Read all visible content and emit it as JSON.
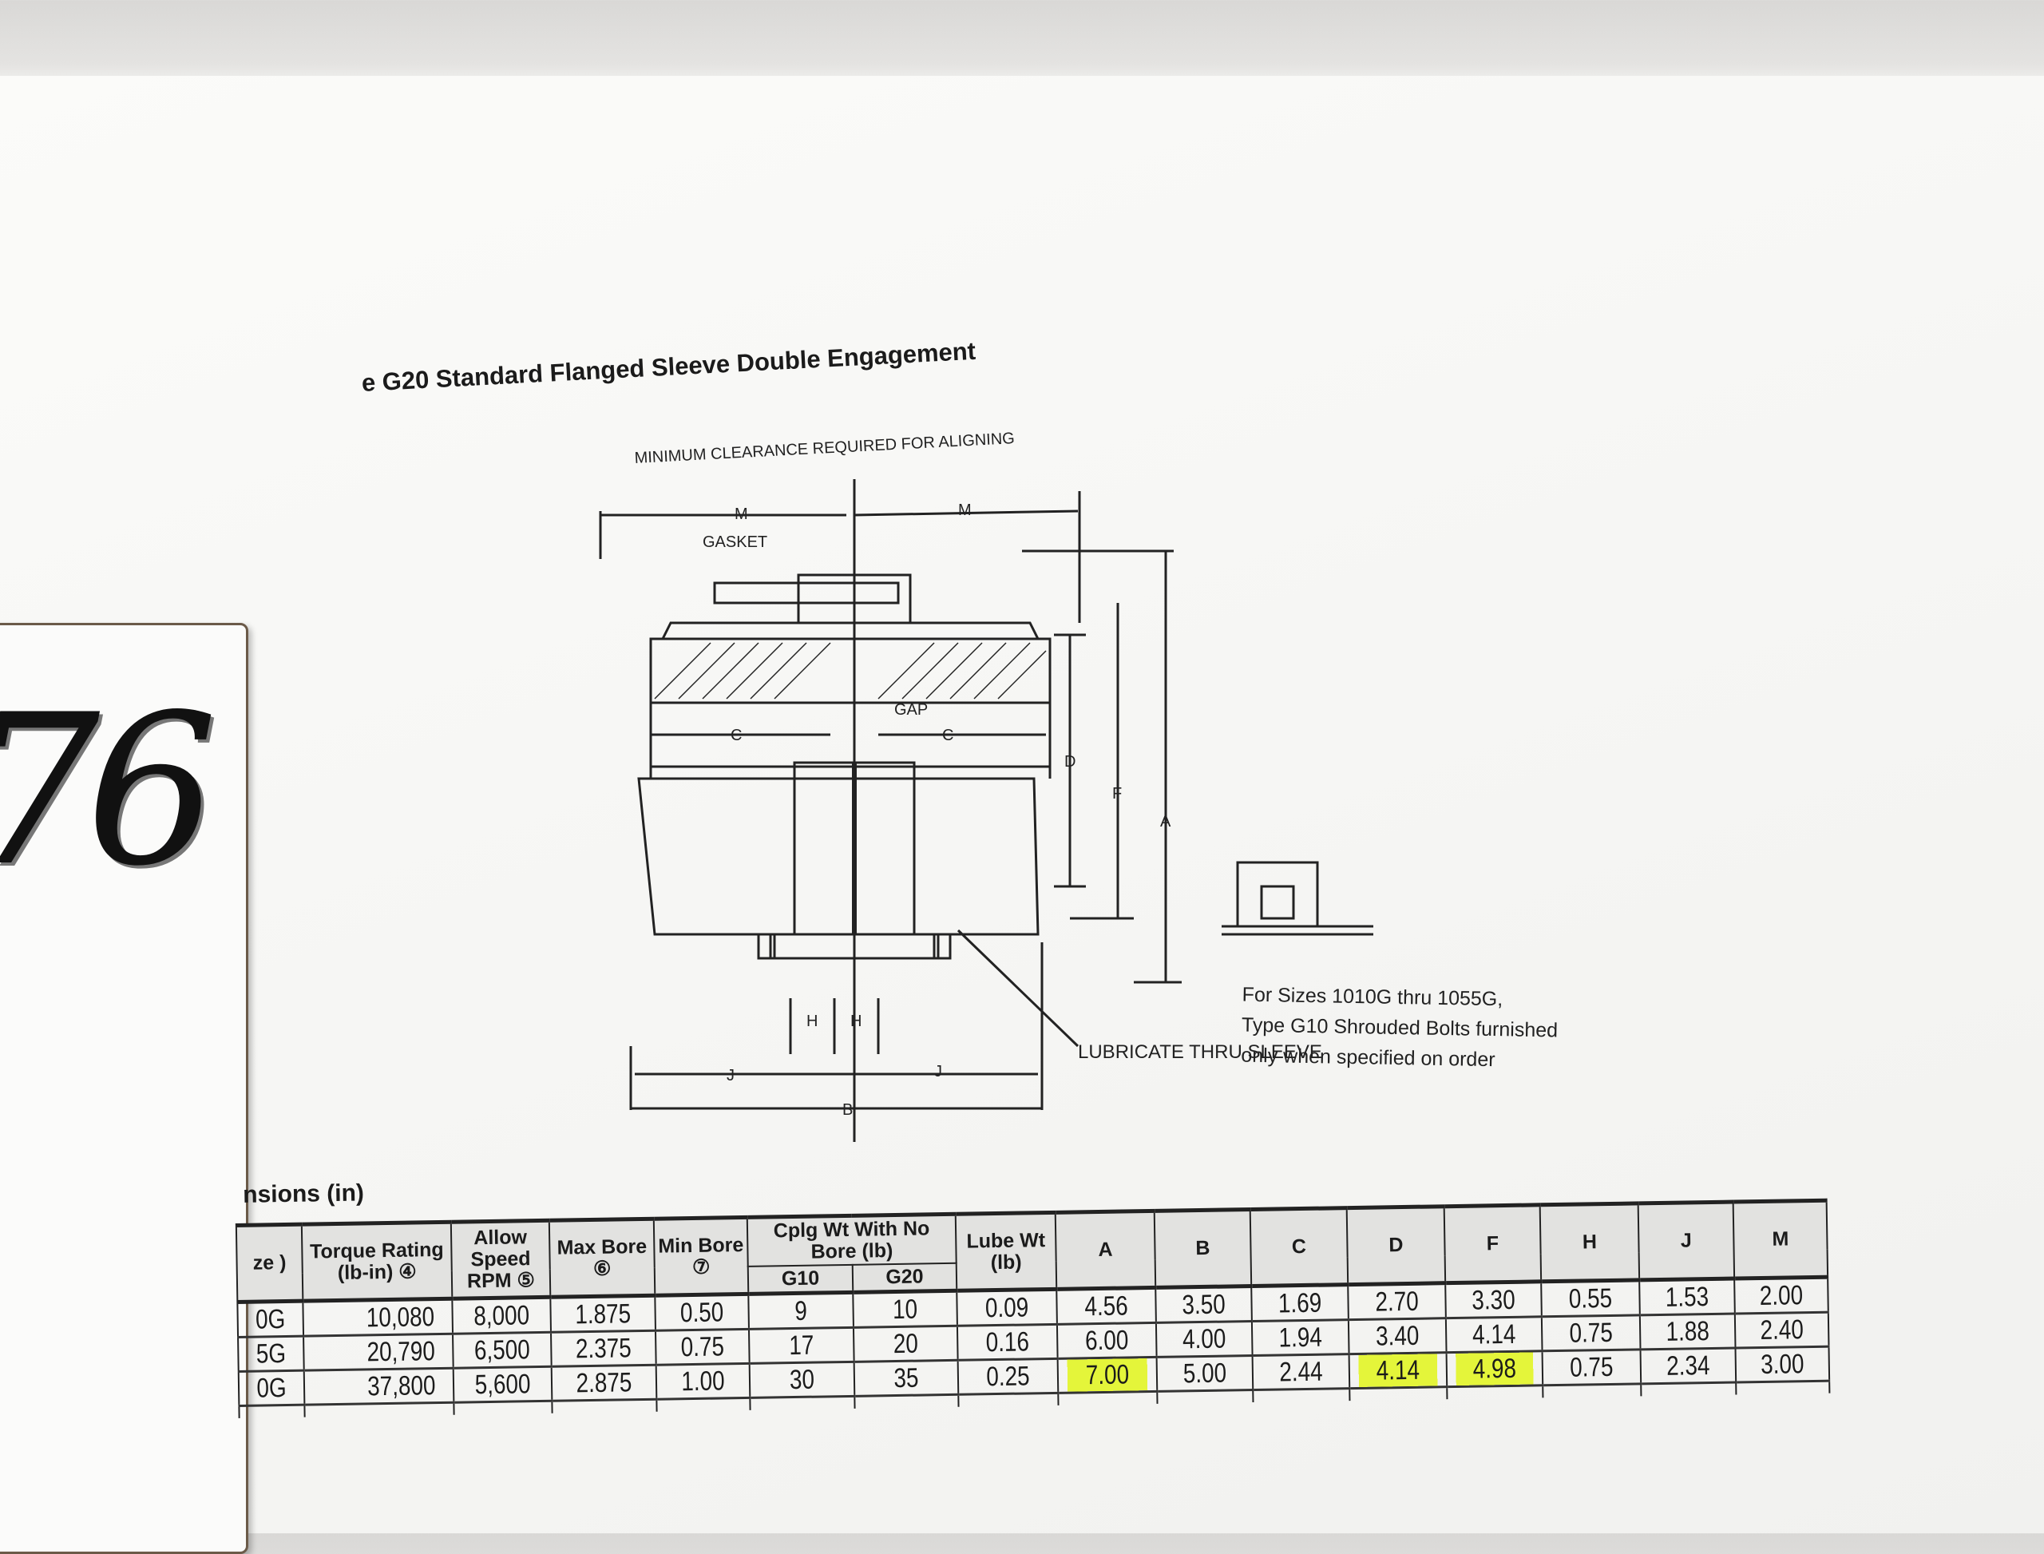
{
  "card": {
    "number": "76"
  },
  "title": "e G20 Standard Flanged Sleeve Double Engagement",
  "diagram": {
    "clearance_label": "MINIMUM CLEARANCE REQUIRED FOR ALIGNING",
    "gasket_label": "GASKET",
    "gap_label": "GAP",
    "lubricate_label": "LUBRICATE THRU SLEEVE",
    "dim_labels": {
      "M": "M",
      "C": "C",
      "D": "D",
      "F": "F",
      "A": "A",
      "H": "H",
      "J": "J",
      "B": "B"
    }
  },
  "note": [
    "For Sizes 1010G thru 1055G,",
    "Type G10 Shrouded Bolts furnished",
    "only when specified on order"
  ],
  "table": {
    "caption": "nsions (in)",
    "headers": {
      "size": "ze )",
      "torque": "Torque Rating (lb-in) ④",
      "speed": "Allow Speed RPM ⑤",
      "max_bore": "Max Bore ⑥",
      "min_bore": "Min Bore ⑦",
      "cplg_wt": "Cplg Wt With No Bore (lb)",
      "g10": "G10",
      "g20": "G20",
      "lube": "Lube Wt (lb)",
      "A": "A",
      "B": "B",
      "C": "C",
      "D": "D",
      "F": "F",
      "H": "H",
      "J": "J",
      "M": "M"
    },
    "rows": [
      [
        "0G",
        "10,080",
        "8,000",
        "1.875",
        "0.50",
        "9",
        "10",
        "0.09",
        "4.56",
        "3.50",
        "1.69",
        "2.70",
        "3.30",
        "0.55",
        "1.53",
        "2.00"
      ],
      [
        "5G",
        "20,790",
        "6,500",
        "2.375",
        "0.75",
        "17",
        "20",
        "0.16",
        "6.00",
        "4.00",
        "1.94",
        "3.40",
        "4.14",
        "0.75",
        "1.88",
        "2.40"
      ],
      [
        "0G",
        "37,800",
        "5,600",
        "2.875",
        "1.00",
        "30",
        "35",
        "0.25",
        "7.00",
        "5.00",
        "2.44",
        "4.14",
        "4.98",
        "0.75",
        "2.34",
        "3.00"
      ]
    ],
    "highlighted": [
      [
        2,
        8
      ],
      [
        2,
        11
      ],
      [
        2,
        12
      ]
    ],
    "highlight_color": "#e4f53a"
  }
}
